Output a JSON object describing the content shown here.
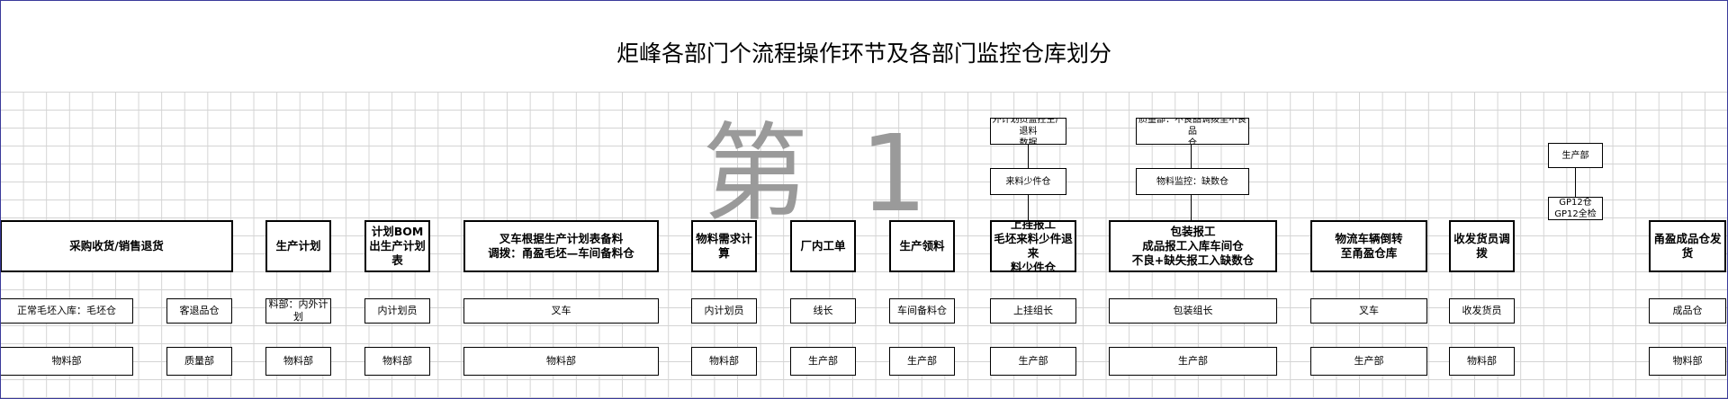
{
  "title": "炬峰各部门个流程操作环节及各部门监控仓库划分",
  "watermark": "第 1",
  "main_steps": [
    "采购收货/销售退货",
    "生产计划",
    "计划BOM\n出生产计划表",
    "叉车根据生产计划表备料\n调拨：甬盈毛坯—车间备料仓",
    "物料需求计算",
    "厂内工单",
    "生产领料",
    "上挂报工\n毛坯来料少件退来\n料少件仓",
    "包装报工\n成品报工入库车间仓\n不良+缺失报工入缺数仓",
    "物流车辆倒转\n至甬盈仓库",
    "收发货员调拨",
    "甬盈成品仓发货"
  ],
  "warehouse_row": [
    "正常毛坯入库：毛坯仓",
    "客退品仓",
    "料部：内外计划",
    "内计划员",
    "叉车",
    "内计划员",
    "线长",
    "车间备料仓",
    "上挂组长",
    "包装组长",
    "叉车",
    "收发货员",
    "成品仓"
  ],
  "department_row": [
    "物料部",
    "质量部",
    "物料部",
    "物料部",
    "物料部",
    "物料部",
    "生产部",
    "生产部",
    "生产部",
    "生产部",
    "生产部",
    "物料部",
    "物料部"
  ],
  "upper_notes": {
    "hang_top": "外计划员监控生产退料\n数据",
    "hang_mid": "来料少件仓",
    "pack_top": "质量部：不良品调拨至不良品\n仓",
    "pack_mid": "物料监控：缺数仓",
    "logistics_top": "生产部",
    "logistics_mid": "GP12仓\nGP12全检"
  }
}
